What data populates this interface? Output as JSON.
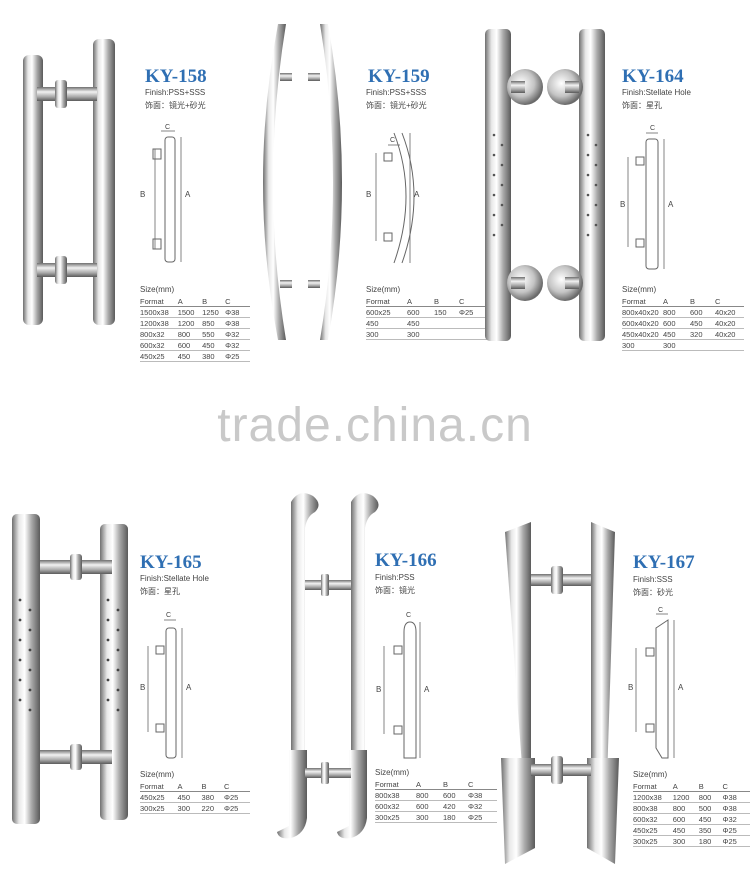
{
  "watermark": "trade.china.cn",
  "products": [
    {
      "code": "KY-158",
      "finish": "Finish:PSS+SSS",
      "finish_cn": "饰面：镜光+砂光",
      "size_label": "Size(mm)",
      "columns": [
        "Format",
        "A",
        "B",
        "C"
      ],
      "rows": [
        [
          "1500x38",
          "1500",
          "1250",
          "Φ38"
        ],
        [
          "1200x38",
          "1200",
          "850",
          "Φ38"
        ],
        [
          "800x32",
          "800",
          "550",
          "Φ32"
        ],
        [
          "600x32",
          "600",
          "450",
          "Φ32"
        ],
        [
          "450x25",
          "450",
          "380",
          "Φ25"
        ]
      ],
      "diagram_labels": {
        "a": "A",
        "b": "B",
        "c": "C"
      }
    },
    {
      "code": "KY-159",
      "finish": "Finish:PSS+SSS",
      "finish_cn": "饰面：镜光+砂光",
      "size_label": "Size(mm)",
      "columns": [
        "Format",
        "A",
        "B",
        "C"
      ],
      "rows": [
        [
          "600x25",
          "600",
          "150",
          "Φ25"
        ],
        [
          "450",
          "450",
          "",
          ""
        ],
        [
          "300",
          "300",
          "",
          ""
        ]
      ],
      "diagram_labels": {
        "a": "A",
        "b": "B",
        "c": "C"
      }
    },
    {
      "code": "KY-164",
      "finish": "Finish:Stellate Hole",
      "finish_cn": "饰面：星孔",
      "size_label": "Size(mm)",
      "columns": [
        "Format",
        "A",
        "B",
        "C"
      ],
      "rows": [
        [
          "800x40x20",
          "800",
          "600",
          "40x20"
        ],
        [
          "600x40x20",
          "600",
          "450",
          "40x20"
        ],
        [
          "450x40x20",
          "450",
          "320",
          "40x20"
        ],
        [
          "300",
          "300",
          "",
          ""
        ]
      ],
      "diagram_labels": {
        "a": "A",
        "b": "B",
        "c": "C"
      }
    },
    {
      "code": "KY-165",
      "finish": "Finish:Stellate Hole",
      "finish_cn": "饰面：星孔",
      "size_label": "Size(mm)",
      "columns": [
        "Format",
        "A",
        "B",
        "C"
      ],
      "rows": [
        [
          "450x25",
          "450",
          "380",
          "Φ25"
        ],
        [
          "300x25",
          "300",
          "220",
          "Φ25"
        ]
      ],
      "diagram_labels": {
        "a": "A",
        "b": "B",
        "c": "C"
      }
    },
    {
      "code": "KY-166",
      "finish": "Finish:PSS",
      "finish_cn": "饰面：镜光",
      "size_label": "Size(mm)",
      "columns": [
        "Format",
        "A",
        "B",
        "C"
      ],
      "rows": [
        [
          "800x38",
          "800",
          "600",
          "Φ38"
        ],
        [
          "600x32",
          "600",
          "420",
          "Φ32"
        ],
        [
          "300x25",
          "300",
          "180",
          "Φ25"
        ]
      ],
      "diagram_labels": {
        "a": "A",
        "b": "B",
        "c": "C"
      }
    },
    {
      "code": "KY-167",
      "finish": "Finish:SSS",
      "finish_cn": "饰面：砂光",
      "size_label": "Size(mm)",
      "columns": [
        "Format",
        "A",
        "B",
        "C"
      ],
      "rows": [
        [
          "1200x38",
          "1200",
          "800",
          "Φ38"
        ],
        [
          "800x38",
          "800",
          "500",
          "Φ38"
        ],
        [
          "600x32",
          "600",
          "450",
          "Φ32"
        ],
        [
          "450x25",
          "450",
          "350",
          "Φ25"
        ],
        [
          "300x25",
          "300",
          "180",
          "Φ25"
        ]
      ],
      "diagram_labels": {
        "a": "A",
        "b": "B",
        "c": "C"
      }
    }
  ]
}
